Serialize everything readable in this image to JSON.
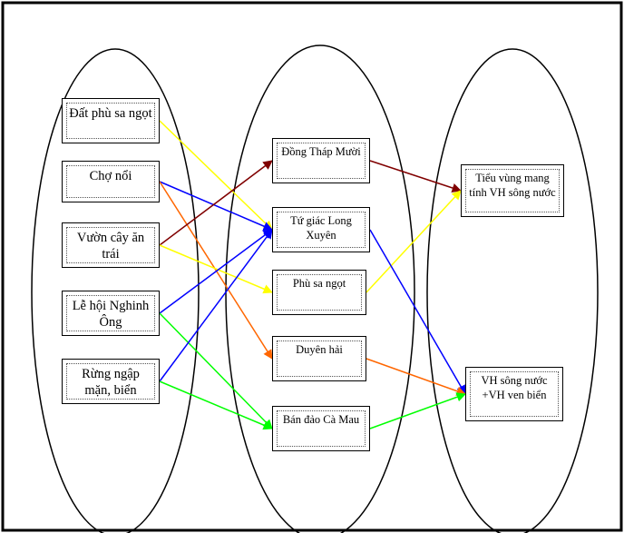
{
  "groups": {
    "features": {
      "items": [
        {
          "id": "dat-phu-sa",
          "label": "Đất phù sa ngọt"
        },
        {
          "id": "cho-noi",
          "label": "Chợ nổi"
        },
        {
          "id": "vuon-cay",
          "label": "Vườn cây ăn trái"
        },
        {
          "id": "le-hoi",
          "label": "Lễ hội Nghinh Ông"
        },
        {
          "id": "rung-ngap-man",
          "label": "Rừng ngập mặn, biển"
        }
      ]
    },
    "regions": {
      "items": [
        {
          "id": "dong-thap-muoi",
          "label": "Đồng Tháp Mười"
        },
        {
          "id": "tu-giac",
          "label": "Tứ giác Long Xuyên"
        },
        {
          "id": "phu-sa-ngot",
          "label": "Phù sa ngọt"
        },
        {
          "id": "duyen-hai",
          "label": "Duyên hải"
        },
        {
          "id": "ban-dao",
          "label": "Bán đảo Cà Mau"
        }
      ]
    },
    "cultures": {
      "items": [
        {
          "id": "tieu-vung",
          "label": "Tiểu vùng mang tính VH sông nước"
        },
        {
          "id": "vh-song-nuoc",
          "label": "VH sông nước +VH ven biển"
        }
      ]
    }
  },
  "connections": [
    {
      "from": "dat-phu-sa",
      "to": "tu-giac",
      "color": "#ffff00"
    },
    {
      "from": "cho-noi",
      "to": "tu-giac",
      "color": "#0000ff"
    },
    {
      "from": "cho-noi",
      "to": "duyen-hai",
      "color": "#ff6600"
    },
    {
      "from": "vuon-cay",
      "to": "dong-thap-muoi",
      "color": "#800000"
    },
    {
      "from": "vuon-cay",
      "to": "phu-sa-ngot",
      "color": "#ffff00"
    },
    {
      "from": "le-hoi",
      "to": "tu-giac",
      "color": "#0000ff"
    },
    {
      "from": "le-hoi",
      "to": "ban-dao",
      "color": "#00ff00"
    },
    {
      "from": "rung-ngap-man",
      "to": "tu-giac",
      "color": "#0000ff"
    },
    {
      "from": "rung-ngap-man",
      "to": "ban-dao",
      "color": "#00ff00"
    },
    {
      "from": "dong-thap-muoi",
      "to": "tieu-vung",
      "color": "#800000"
    },
    {
      "from": "phu-sa-ngot",
      "to": "tieu-vung",
      "color": "#ffff00"
    },
    {
      "from": "tu-giac",
      "to": "vh-song-nuoc",
      "color": "#0000ff"
    },
    {
      "from": "duyen-hai",
      "to": "vh-song-nuoc",
      "color": "#ff6600"
    },
    {
      "from": "ban-dao",
      "to": "vh-song-nuoc",
      "color": "#00ff00"
    }
  ]
}
